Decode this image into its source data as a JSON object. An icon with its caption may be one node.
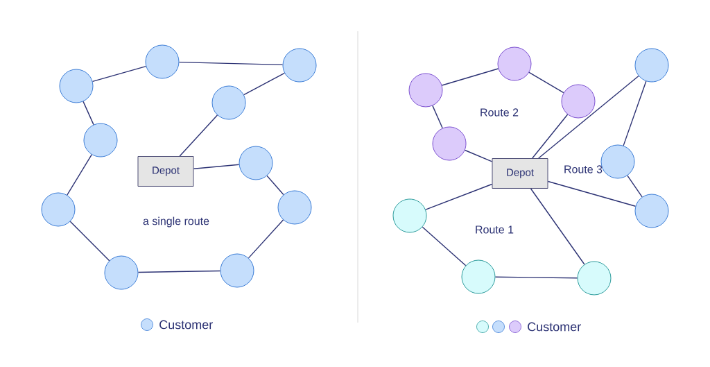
{
  "diagram": {
    "nodes": [
      {
        "text": [
          "Depot"
        ]
      },
      {
        "text": [],
        "shape": "circle"
      },
      {
        "text": [],
        "shape": "circle"
      },
      {
        "text": [],
        "shape": "circle"
      },
      {
        "text": [],
        "shape": "circle"
      },
      {
        "text": [],
        "shape": "circle"
      },
      {
        "text": [],
        "shape": "circle"
      },
      {
        "text": [],
        "shape": "circle"
      },
      {
        "text": [],
        "shape": "circle"
      },
      {
        "text": [],
        "shape": "circle"
      },
      {
        "text": [],
        "shape": "circle"
      },
      {
        "text": [
          "Depot"
        ]
      },
      {
        "text": [],
        "shape": "circle"
      },
      {
        "text": [],
        "shape": "circle"
      },
      {
        "text": [],
        "shape": "circle"
      },
      {
        "text": [],
        "shape": "circle"
      },
      {
        "text": [],
        "shape": "circle"
      },
      {
        "text": [],
        "shape": "circle"
      },
      {
        "text": [],
        "shape": "circle"
      },
      {
        "text": [],
        "shape": "circle"
      },
      {
        "text": [],
        "shape": "circle"
      },
      {
        "text": [],
        "shape": "circle"
      }
    ],
    "edges": [
      {
        "from": 1,
        "to": 2,
        "arrow": "none"
      },
      {
        "from": 2,
        "to": 3,
        "arrow": "none"
      },
      {
        "from": 3,
        "to": 4,
        "arrow": "none"
      },
      {
        "from": 4,
        "to": 0,
        "arrow": "none"
      },
      {
        "from": 0,
        "to": 6,
        "arrow": "none"
      },
      {
        "from": 6,
        "to": 8,
        "arrow": "none"
      },
      {
        "from": 8,
        "to": 10,
        "arrow": "none"
      },
      {
        "from": 10,
        "to": 9,
        "arrow": "none"
      },
      {
        "from": 9,
        "to": 7,
        "arrow": "none"
      },
      {
        "from": 7,
        "to": 5,
        "arrow": "none"
      },
      {
        "from": 5,
        "to": 1,
        "arrow": "none"
      },
      {
        "from": 15,
        "to": 12,
        "arrow": "none"
      },
      {
        "from": 12,
        "to": 13,
        "arrow": "none"
      },
      {
        "from": 13,
        "to": 14,
        "arrow": "none"
      },
      {
        "from": 14,
        "to": 11,
        "arrow": "none"
      },
      {
        "from": 15,
        "to": 11,
        "arrow": "none"
      },
      {
        "from": 11,
        "to": 16,
        "arrow": "none"
      },
      {
        "from": 16,
        "to": 17,
        "arrow": "none"
      },
      {
        "from": 17,
        "to": 18,
        "arrow": "none"
      },
      {
        "from": 18,
        "to": 11,
        "arrow": "none"
      },
      {
        "from": 11,
        "to": 19,
        "arrow": "none"
      },
      {
        "from": 19,
        "to": 20,
        "arrow": "none"
      },
      {
        "from": 20,
        "to": 21,
        "arrow": "none"
      },
      {
        "from": 21,
        "to": 11,
        "arrow": "none"
      }
    ],
    "labels": [
      "a single route",
      "Route 2",
      "Route 3",
      "Route 1"
    ],
    "legend": [
      {
        "text": "Customer",
        "color": "#c5defc"
      },
      {
        "text": "Customer"
      }
    ]
  }
}
